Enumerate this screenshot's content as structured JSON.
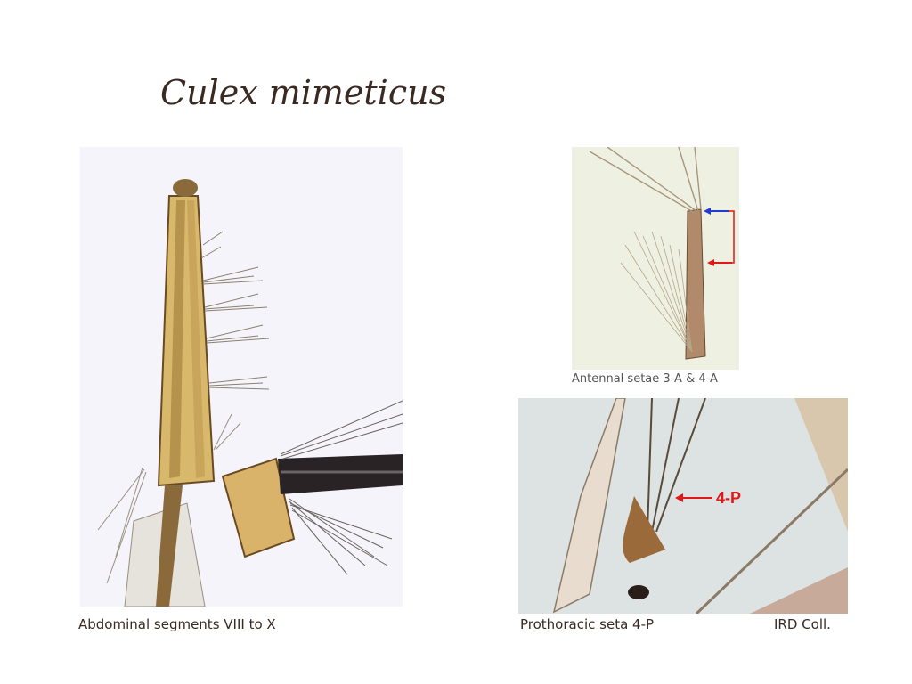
{
  "title": "Culex mimeticus",
  "panels": {
    "abdominal": {
      "caption": "Abdominal segments VIII to X"
    },
    "antennal": {
      "caption": "Antennal setae 3-A & 4-A"
    },
    "prothoracic": {
      "caption": "Prothoracic seta 4-P",
      "label": "4-P"
    }
  },
  "credit": "IRD Coll.",
  "colors": {
    "arrow_blue": "#1f3bd6",
    "arrow_red": "#e01818",
    "siphon": "#c9a24a",
    "background_photo": "#f3f4f8"
  }
}
